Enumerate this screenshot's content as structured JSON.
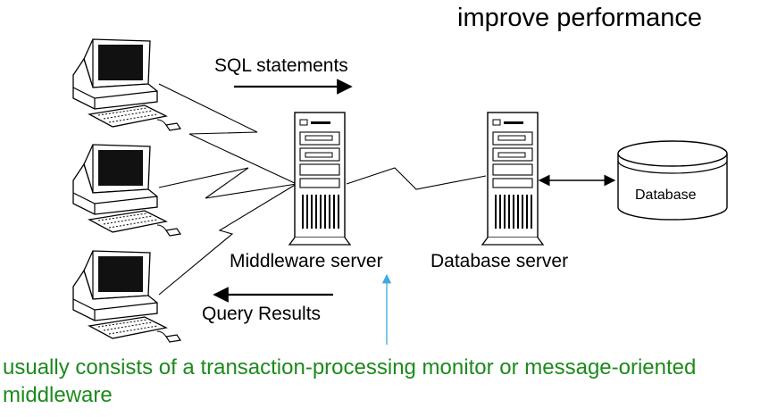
{
  "title": "improve performance",
  "arrows": {
    "sql_statements": "SQL statements",
    "query_results": "Query Results"
  },
  "servers": {
    "middleware": "Middleware server",
    "database": "Database server"
  },
  "database": "Database",
  "note": "usually consists of a transaction-processing monitor or message-oriented middleware",
  "colors": {
    "note_text": "#1c8a1c",
    "pointer_arrow": "#3fa9e0"
  }
}
